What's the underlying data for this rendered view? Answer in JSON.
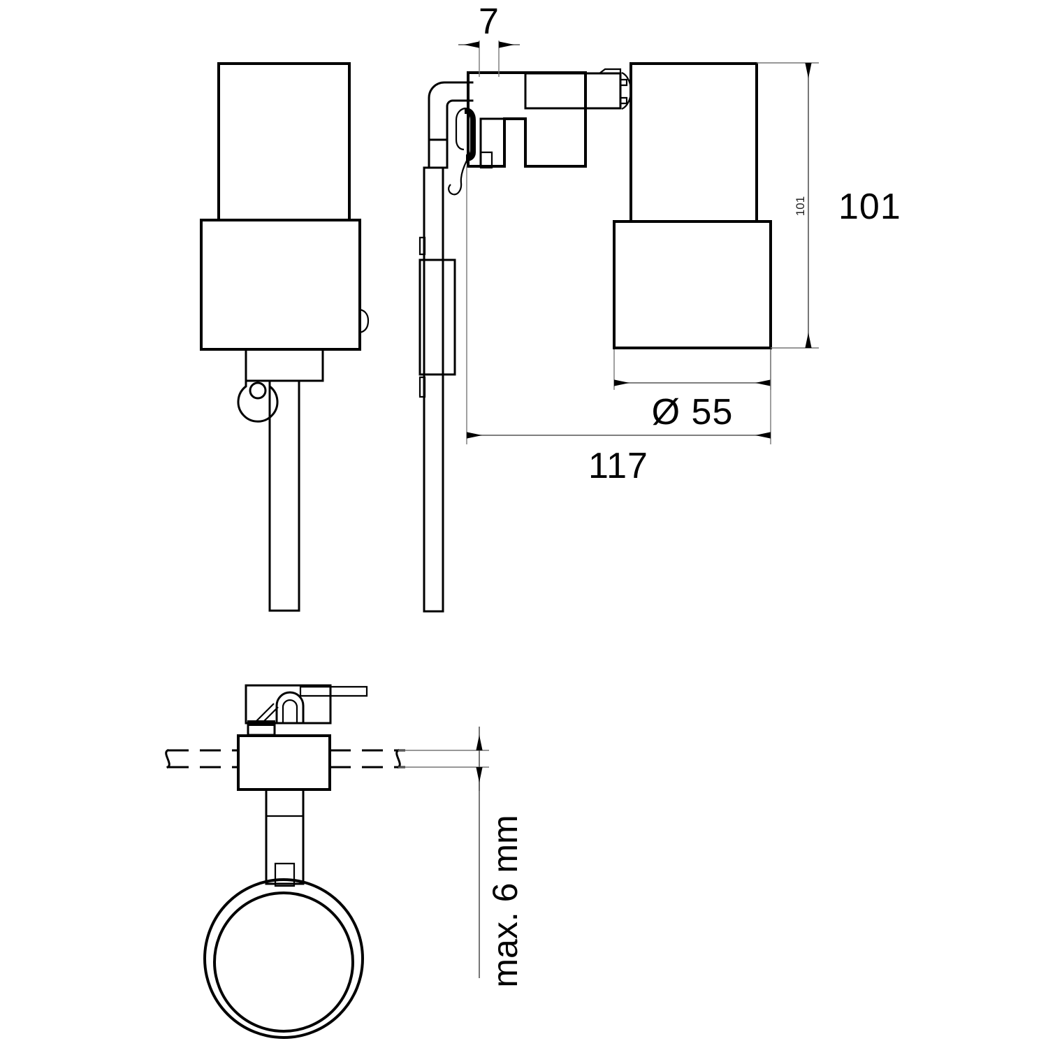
{
  "drawing": {
    "title": "Technical dimension drawing - wall/ceiling spotlight luminaire",
    "units": "mm",
    "views": [
      {
        "name": "front-view",
        "label": ""
      },
      {
        "name": "side-view-bracket",
        "label": ""
      },
      {
        "name": "side-view-body",
        "label": ""
      },
      {
        "name": "bottom-mounting-view",
        "label": ""
      }
    ]
  },
  "dimensions": {
    "width_top": {
      "value": "7",
      "name": "bracket-thickness-dimension",
      "orientation": "horizontal"
    },
    "height_right": {
      "value": "101",
      "leader_value": "101",
      "name": "body-height-dimension",
      "orientation": "vertical"
    },
    "diameter_body": {
      "value": "Ø 55",
      "name": "body-diameter-dimension",
      "orientation": "horizontal"
    },
    "overall_length": {
      "value": "117",
      "name": "overall-length-dimension",
      "orientation": "horizontal"
    },
    "mounting_thickness": {
      "value": "max. 6 mm",
      "name": "mounting-panel-thickness-dimension",
      "orientation": "vertical-rotated"
    }
  },
  "colors": {
    "line": "#000000",
    "dimension_line": "#555555",
    "extension_line": "#777777",
    "background": "#ffffff"
  }
}
